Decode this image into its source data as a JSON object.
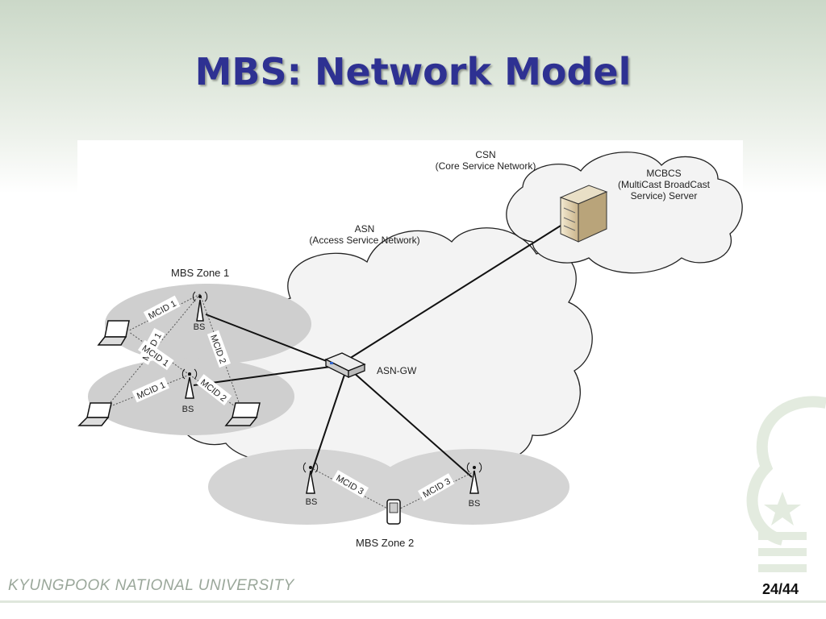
{
  "slide": {
    "title": "MBS: Network Model",
    "footer_university": "KYUNGPOOK NATIONAL UNIVERSITY",
    "page_number": "24/44"
  },
  "diagram": {
    "csn_label_1": "CSN",
    "csn_label_2": "(Core Service Network)",
    "asn_label_1": "ASN",
    "asn_label_2": "(Access Service Network)",
    "mcbcs_label_1": "MCBCS",
    "mcbcs_label_2": "(MultiCast BroadCast",
    "mcbcs_label_3": "Service) Server",
    "asn_gw_label": "ASN-GW",
    "zone1_label": "MBS Zone 1",
    "zone2_label": "MBS Zone 2",
    "bs_label": "BS",
    "mcid1_label": "MCID 1",
    "mcid2_label": "MCID 2",
    "mcid3_label": "MCID 3"
  }
}
